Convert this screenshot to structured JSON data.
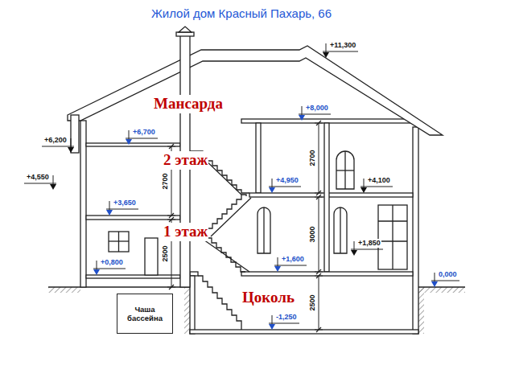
{
  "diagram": {
    "title": "Жилой дом Красный Пахарь, 66",
    "nodes": [
      {
        "text": [
          "Чаша бассейна"
        ]
      }
    ],
    "labels": [
      "+11,300",
      "Мансарда",
      "+8,000",
      "+6,700",
      "+6,200",
      "2 этаж",
      "2700",
      "2700",
      "+4,550",
      "+4,950",
      "+4,100",
      "+3,650",
      "1 этаж",
      "2500",
      "3000",
      "+1,850",
      "+1,600",
      "+0,800",
      "0,000",
      "Цоколь",
      "-1,250",
      "2500"
    ]
  }
}
